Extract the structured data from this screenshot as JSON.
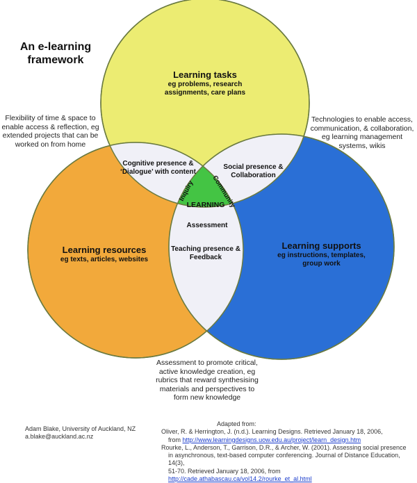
{
  "title": "An e-learning framework",
  "circles": {
    "tasks": {
      "heading": "Learning tasks",
      "sub": "eg problems, research assignments, care plans",
      "color": "#ecec72"
    },
    "resources": {
      "heading": "Learning resources",
      "sub": "eg texts, articles, websites",
      "color": "#f2a93b"
    },
    "supports": {
      "heading": "Learning supports",
      "sub": "eg instructions, templates, group work",
      "color": "#2a6fd6"
    }
  },
  "overlaps": {
    "tasks_resources": "Cognitive presence & ‘Dialogue’ with content",
    "tasks_supports": "Social presence & Collaboration",
    "resources_supports": "Teaching presence & Feedback",
    "center": "LEARNING",
    "center_color": "#44c444",
    "overlap_color": "#f0f0f7"
  },
  "center_labels": {
    "inquiry": "Inquiry",
    "community": "Community",
    "assessment": "Assessment"
  },
  "notes": {
    "flexibility": "Flexibility of time & space to enable access & reflection, eg extended projects that can be worked on from home",
    "technologies": "Technologies to enable access, communication, & collaboration, eg learning management systems, wikis",
    "assessment": "Assessment to promote critical, active knowledge creation, eg rubrics that reward synthesising materials and perspectives to form new knowledge"
  },
  "footer": {
    "author_name": "Adam Blake, University of Auckland, NZ",
    "author_email": "a.blake@auckland.ac.nz",
    "adapted": "Adapted from:",
    "ref1_text": "Oliver, R. & Herrington, J. (n.d.). Learning Designs. Retrieved January 18, 2006,",
    "ref1_from": "from",
    "ref1_link": "http://www.learningdesigns.uow.edu.au/project/learn_design.htm",
    "ref2_line1": "Rourke, L., Anderson, T., Garrison, D.R., & Archer, W. (2001). Assessing social presence",
    "ref2_line2": "in asynchronous, text-based computer conferencing. Journal of Distance Education, 14(3),",
    "ref2_line3": "51-70. Retrieved January 18, 2006, from",
    "ref2_link": "http://cade.athabascau.ca/vol14.2/rourke_et_al.html"
  }
}
